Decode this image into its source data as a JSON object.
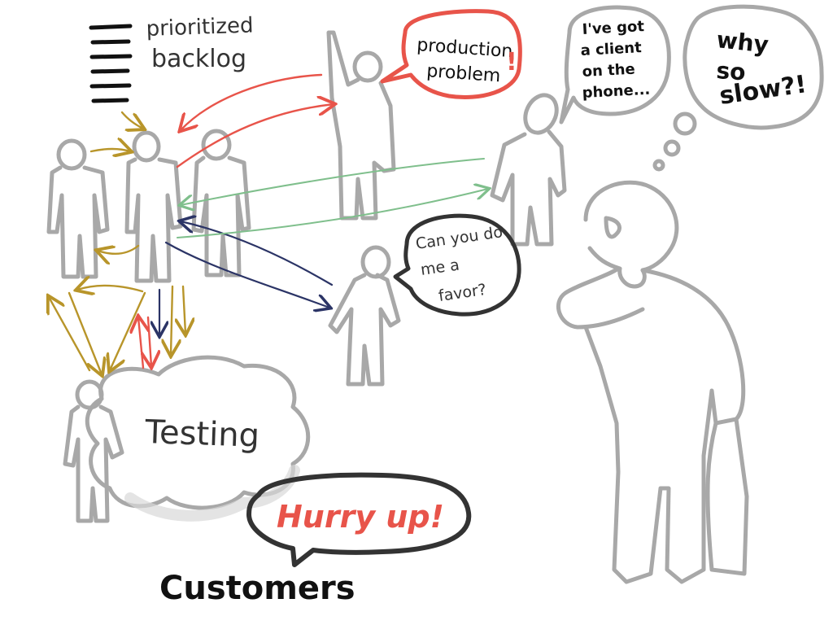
{
  "labels": {
    "backlog_line1": "prioritized",
    "backlog_line2": "backlog",
    "production_line1": "production",
    "production_line2": "problem",
    "production_bang": "!",
    "client_line1": "I've got",
    "client_line2": "a client",
    "client_line3": "on the",
    "client_line4": "phone...",
    "slow_line1": "why",
    "slow_line2": "so",
    "slow_line3": "slow?!",
    "favor_line1": "Can you do",
    "favor_line2": "me a",
    "favor_line3": "favor?",
    "testing": "Testing",
    "hurry": "Hurry up!",
    "customers": "Customers"
  },
  "colors": {
    "figure": "#a8a8a8",
    "ink": "#111111",
    "red": "#e8544a",
    "gold": "#b8952a",
    "navy": "#2b3466",
    "green": "#7fbf8c",
    "bubble_dark": "#333333"
  }
}
